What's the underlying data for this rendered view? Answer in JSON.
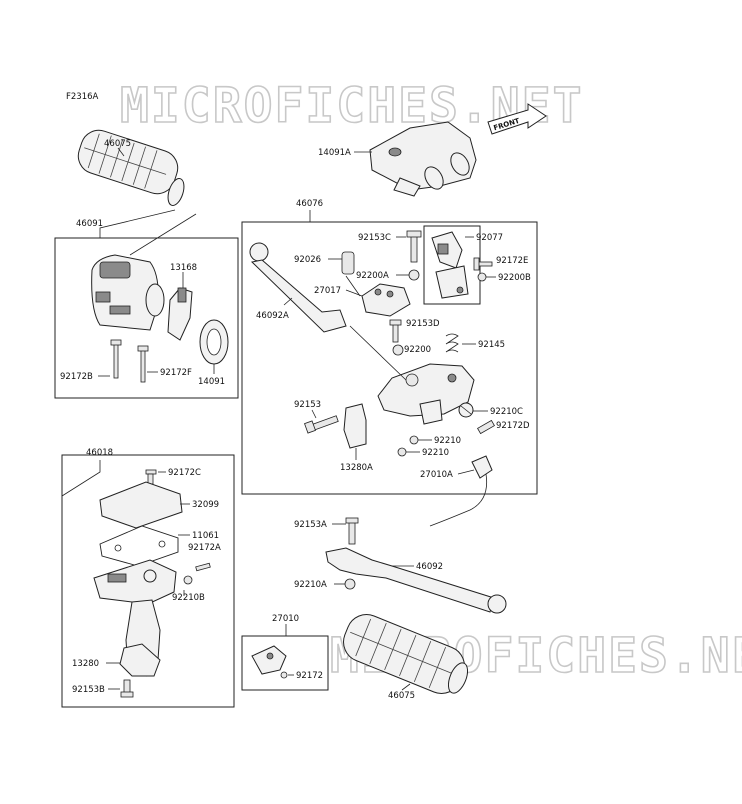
{
  "diagram_code": "F2316A",
  "watermark": "MICROFICHES.NET",
  "front_label": "FRONT",
  "parts": {
    "p46075_top": "46075",
    "p46091": "46091",
    "p13168": "13168",
    "p92172B": "92172B",
    "p92172F": "92172F",
    "p14091": "14091",
    "p14091A": "14091A",
    "p46076": "46076",
    "p92153C": "92153C",
    "p92077": "92077",
    "p92026": "92026",
    "p92172E": "92172E",
    "p92200A": "92200A",
    "p92200B": "92200B",
    "p27017": "27017",
    "p46092A": "46092A",
    "p92153D": "92153D",
    "p92200": "92200",
    "p92145": "92145",
    "p92153": "92153",
    "p92210C": "92210C",
    "p92172D": "92172D",
    "p92210_a": "92210",
    "p92210_b": "92210",
    "p13280A": "13280A",
    "p27010A": "27010A",
    "p46018": "46018",
    "p92172C": "92172C",
    "p32099": "32099",
    "p11061": "11061",
    "p92172A": "92172A",
    "p92210B": "92210B",
    "p13280": "13280",
    "p92153B": "92153B",
    "p92153A": "92153A",
    "p46092": "46092",
    "p92210A": "92210A",
    "p27010": "27010",
    "p92172": "92172",
    "p46075_bottom": "46075"
  }
}
